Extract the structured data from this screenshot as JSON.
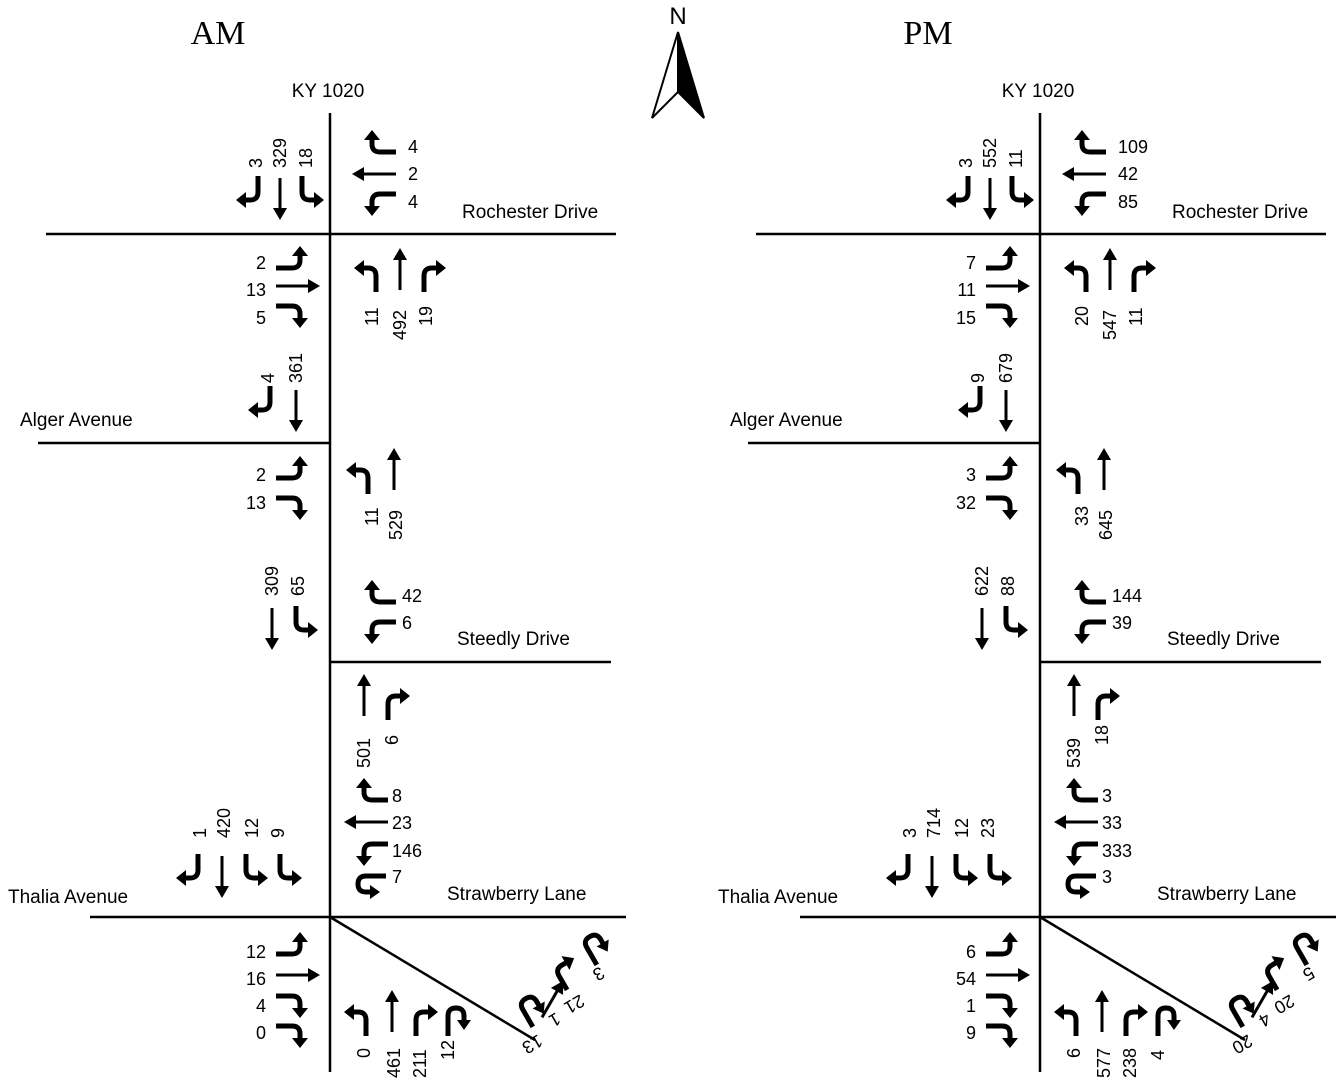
{
  "compass": {
    "label": "N"
  },
  "panels": [
    {
      "period": "AM",
      "streets": {
        "north": "KY 1020",
        "rochester": "Rochester Drive",
        "alger": "Alger Avenue",
        "steedly": "Steedly Drive",
        "thalia": "Thalia Avenue",
        "strawberry": "Strawberry Lane"
      },
      "volumes": {
        "rochester": {
          "sb": {
            "right": "3",
            "thru": "329",
            "left": "18"
          },
          "wb": {
            "right": "4",
            "thru": "2",
            "left": "4"
          },
          "eb": {
            "left": "2",
            "thru": "13",
            "right": "5"
          },
          "nb": {
            "left": "11",
            "thru": "492",
            "right": "19"
          }
        },
        "alger": {
          "sb": {
            "right": "4",
            "thru": "361"
          },
          "eb": {
            "left": "2",
            "right": "13"
          },
          "nb": {
            "left": "11",
            "thru": "529"
          }
        },
        "steedly": {
          "sb": {
            "thru": "309",
            "left": "65"
          },
          "wb": {
            "right": "42",
            "left": "6"
          }
        },
        "thalia": {
          "sb": {
            "right": "1",
            "thru": "420",
            "left": "12",
            "uturn": "9"
          },
          "nb_upstream": {
            "thru": "501",
            "right": "6"
          },
          "wb": {
            "right": "8",
            "thru": "23",
            "left": "146",
            "uturn": "7"
          },
          "eb": {
            "left": "12",
            "thru": "16",
            "right": "4",
            "uturn": "0"
          },
          "nb": {
            "left": "0",
            "thru": "461",
            "right": "211",
            "uturn": "12"
          },
          "diag": {
            "a": "13",
            "b": "1",
            "c": "21",
            "d": "3"
          }
        }
      }
    },
    {
      "period": "PM",
      "streets": {
        "north": "KY 1020",
        "rochester": "Rochester Drive",
        "alger": "Alger Avenue",
        "steedly": "Steedly Drive",
        "thalia": "Thalia Avenue",
        "strawberry": "Strawberry Lane"
      },
      "volumes": {
        "rochester": {
          "sb": {
            "right": "3",
            "thru": "552",
            "left": "11"
          },
          "wb": {
            "right": "109",
            "thru": "42",
            "left": "85"
          },
          "eb": {
            "left": "7",
            "thru": "11",
            "right": "15"
          },
          "nb": {
            "left": "20",
            "thru": "547",
            "right": "11"
          }
        },
        "alger": {
          "sb": {
            "right": "9",
            "thru": "679"
          },
          "eb": {
            "left": "3",
            "right": "32"
          },
          "nb": {
            "left": "33",
            "thru": "645"
          }
        },
        "steedly": {
          "sb": {
            "thru": "622",
            "left": "88"
          },
          "wb": {
            "right": "144",
            "left": "39"
          }
        },
        "thalia": {
          "sb": {
            "right": "3",
            "thru": "714",
            "left": "12",
            "uturn": "23"
          },
          "nb_upstream": {
            "thru": "539",
            "right": "18"
          },
          "wb": {
            "right": "3",
            "thru": "33",
            "left": "333",
            "uturn": "3"
          },
          "eb": {
            "left": "6",
            "thru": "54",
            "right": "1",
            "uturn": "9"
          },
          "nb": {
            "left": "6",
            "thru": "577",
            "right": "238",
            "uturn": "4"
          },
          "diag": {
            "a": "20",
            "b": "4",
            "c": "20",
            "d": "5"
          }
        }
      }
    }
  ]
}
